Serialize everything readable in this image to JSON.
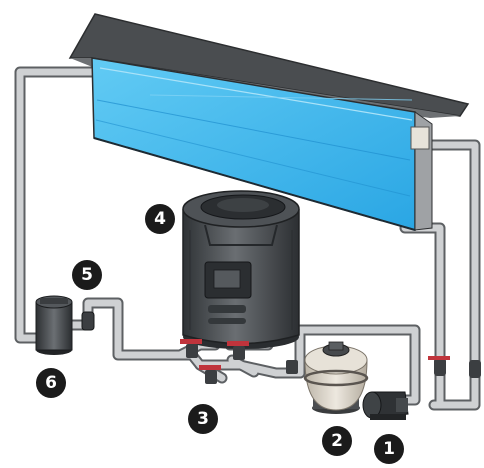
{
  "callouts": [
    {
      "id": "1",
      "label": "1"
    },
    {
      "id": "2",
      "label": "2"
    },
    {
      "id": "3",
      "label": "3"
    },
    {
      "id": "4",
      "label": "4"
    },
    {
      "id": "5",
      "label": "5"
    },
    {
      "id": "6",
      "label": "6"
    }
  ],
  "colors": {
    "water": "#3ab8ee",
    "pipe": "#cfd1d3",
    "pipe_edge": "#5d6063",
    "valve_red": "#c0343c",
    "equipment_dark": "#3f4346",
    "pool_frame": "#4a4d50"
  }
}
